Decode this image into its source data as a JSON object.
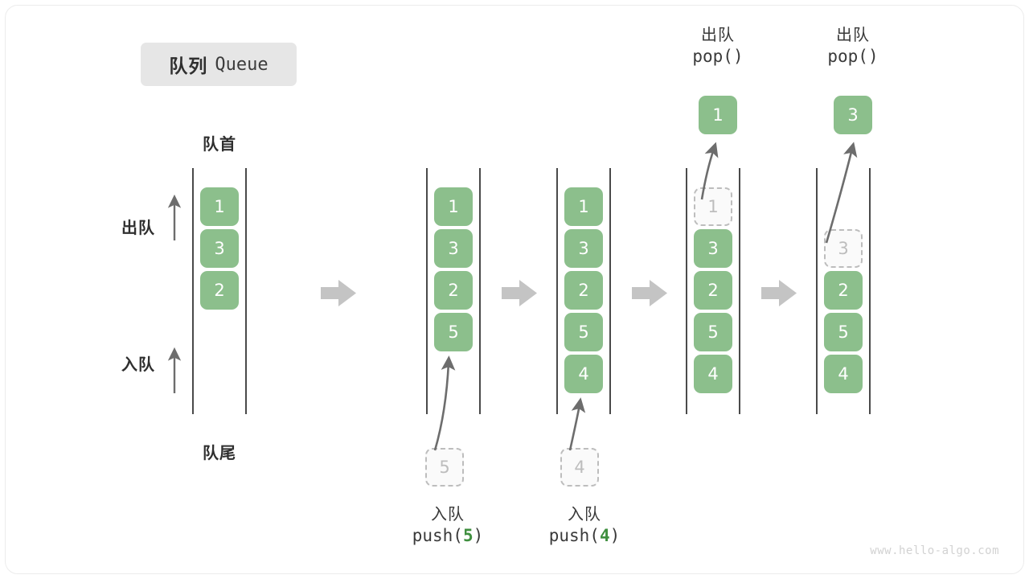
{
  "title": {
    "cn": "队列",
    "en": "Queue"
  },
  "legend": {
    "front": "队首",
    "rear": "队尾",
    "dequeue": "出队",
    "enqueue": "入队"
  },
  "watermark": "www.hello-algo.com",
  "colors": {
    "cell_fill": "#8cbf8c",
    "cell_text": "#ffffff",
    "ghost_border": "#bdbdbd",
    "ghost_text": "#bdbdbd",
    "rail": "#4a4a4a",
    "arrow": "#bfbfbf",
    "accent_code": "#3f8f3f",
    "badge_bg": "#e6e6e6"
  },
  "panels": [
    {
      "id": "panel-initial",
      "cells": [
        {
          "value": "1",
          "state": "filled"
        },
        {
          "value": "3",
          "state": "filled"
        },
        {
          "value": "2",
          "state": "filled"
        }
      ]
    },
    {
      "id": "panel-after-push-5",
      "cells": [
        {
          "value": "1",
          "state": "filled"
        },
        {
          "value": "3",
          "state": "filled"
        },
        {
          "value": "2",
          "state": "filled"
        },
        {
          "value": "5",
          "state": "filled"
        }
      ],
      "incoming": {
        "value": "5",
        "state": "ghost"
      },
      "caption": {
        "cn": "入队",
        "code_prefix": "push(",
        "arg": "5",
        "code_suffix": ")"
      }
    },
    {
      "id": "panel-after-push-4",
      "cells": [
        {
          "value": "1",
          "state": "filled"
        },
        {
          "value": "3",
          "state": "filled"
        },
        {
          "value": "2",
          "state": "filled"
        },
        {
          "value": "5",
          "state": "filled"
        },
        {
          "value": "4",
          "state": "filled"
        }
      ],
      "incoming": {
        "value": "4",
        "state": "ghost"
      },
      "caption": {
        "cn": "入队",
        "code_prefix": "push(",
        "arg": "4",
        "code_suffix": ")"
      }
    },
    {
      "id": "panel-pop-1",
      "cells": [
        {
          "value": "1",
          "state": "ghost"
        },
        {
          "value": "3",
          "state": "filled"
        },
        {
          "value": "2",
          "state": "filled"
        },
        {
          "value": "5",
          "state": "filled"
        },
        {
          "value": "4",
          "state": "filled"
        }
      ],
      "popped": {
        "value": "1",
        "state": "filled"
      },
      "caption": {
        "cn": "出队",
        "code_prefix": "pop(",
        "arg": "",
        "code_suffix": ")"
      }
    },
    {
      "id": "panel-pop-3",
      "cells": [
        {
          "value": "",
          "state": "empty"
        },
        {
          "value": "3",
          "state": "ghost"
        },
        {
          "value": "2",
          "state": "filled"
        },
        {
          "value": "5",
          "state": "filled"
        },
        {
          "value": "4",
          "state": "filled"
        }
      ],
      "popped": {
        "value": "3",
        "state": "filled"
      },
      "caption": {
        "cn": "出队",
        "code_prefix": "pop(",
        "arg": "",
        "code_suffix": ")"
      }
    }
  ],
  "separators": [
    "step-arrow-1",
    "step-arrow-2",
    "step-arrow-3",
    "step-arrow-4"
  ]
}
